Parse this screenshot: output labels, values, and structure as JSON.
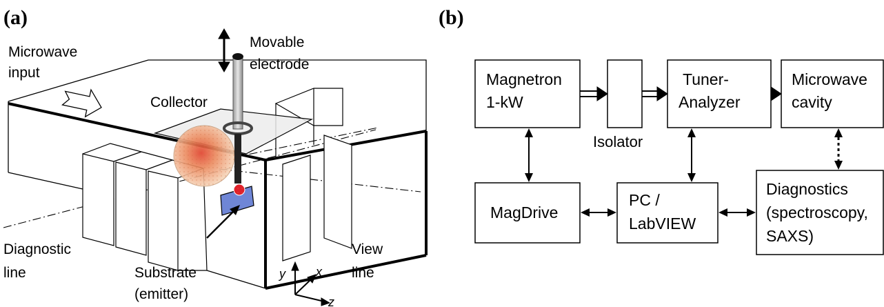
{
  "panel_a": {
    "label": "(a)",
    "microwave_input": [
      "Microwave",
      "input"
    ],
    "movable_electrode": [
      "Movable",
      "electrode"
    ],
    "collector": "Collector",
    "diagnostic_line": [
      "Diagnostic",
      "line"
    ],
    "substrate": [
      "Substrate",
      "(emitter)"
    ],
    "view_line": [
      "View",
      "line"
    ],
    "axes": {
      "y": "y",
      "x": "x",
      "z": "z"
    }
  },
  "panel_b": {
    "label": "(b)",
    "blocks": {
      "magnetron": [
        "Magnetron",
        "1-kW"
      ],
      "isolator": "Isolator",
      "tuner": [
        "Tuner-",
        "Analyzer"
      ],
      "cavity": [
        "Microwave",
        "cavity"
      ],
      "magdrive": "MagDrive",
      "pc": [
        "PC /",
        "LabVIEW"
      ],
      "diagnostics": [
        "Diagnostics",
        "(spectroscopy,",
        "SAXS)"
      ]
    }
  },
  "colors": {
    "plasma_outer": "#f3c7a6",
    "plasma_core": "#e0402a",
    "substrate": "#6f86d6",
    "tip": "#e0202a"
  }
}
